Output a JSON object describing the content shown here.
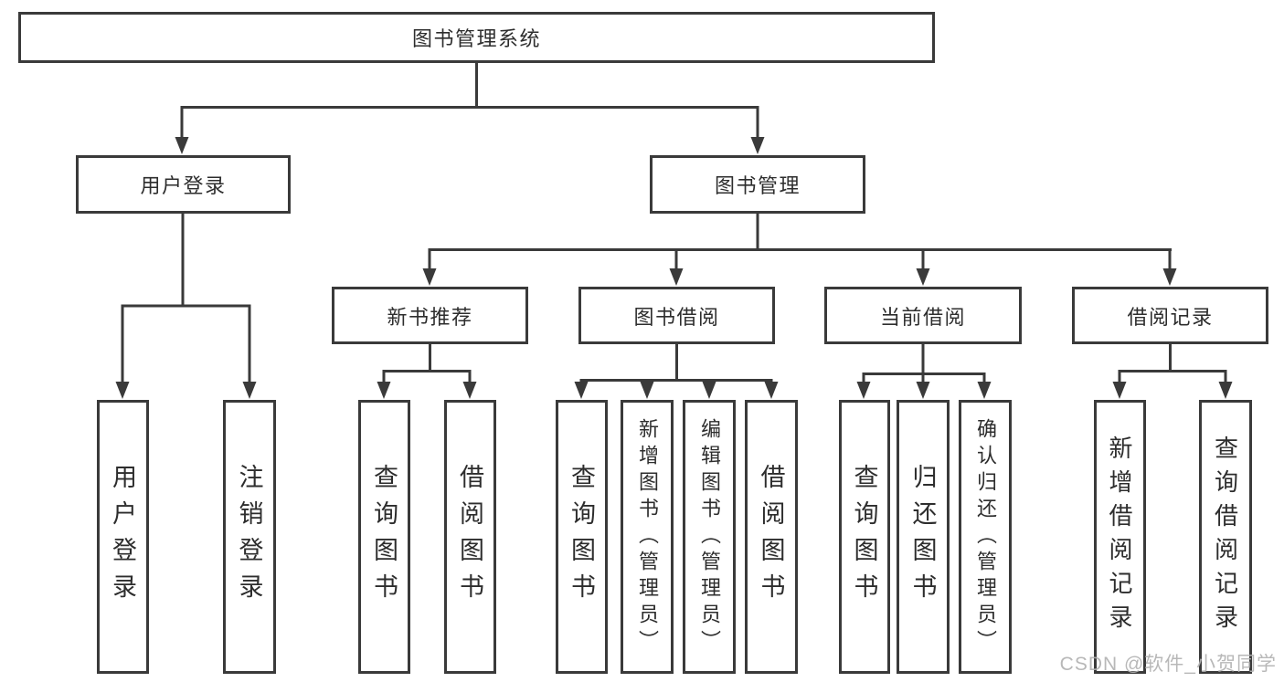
{
  "diagram": {
    "root": {
      "label": "图书管理系统"
    },
    "branches": [
      {
        "label": "用户登录"
      },
      {
        "label": "图书管理"
      }
    ],
    "modules": [
      {
        "label": "新书推荐"
      },
      {
        "label": "图书借阅"
      },
      {
        "label": "当前借阅"
      },
      {
        "label": "借阅记录"
      }
    ],
    "leaves": [
      {
        "label": "用户登录"
      },
      {
        "label": "注销登录"
      },
      {
        "label": "查询图书"
      },
      {
        "label": "借阅图书"
      },
      {
        "label": "查询图书"
      },
      {
        "label": "新增图书（管理员）"
      },
      {
        "label": "编辑图书（管理员）"
      },
      {
        "label": "借阅图书"
      },
      {
        "label": "查询图书"
      },
      {
        "label": "归还图书"
      },
      {
        "label": "确认归还（管理员）"
      },
      {
        "label": "新增借阅记录"
      },
      {
        "label": "查询借阅记录"
      }
    ]
  },
  "watermark": {
    "text": "CSDN @软件_小贺同学"
  },
  "colors": {
    "line": "#3a3a3a",
    "text": "#2d2d2d",
    "background": "#ffffff",
    "watermark": "#b2b2b2"
  }
}
